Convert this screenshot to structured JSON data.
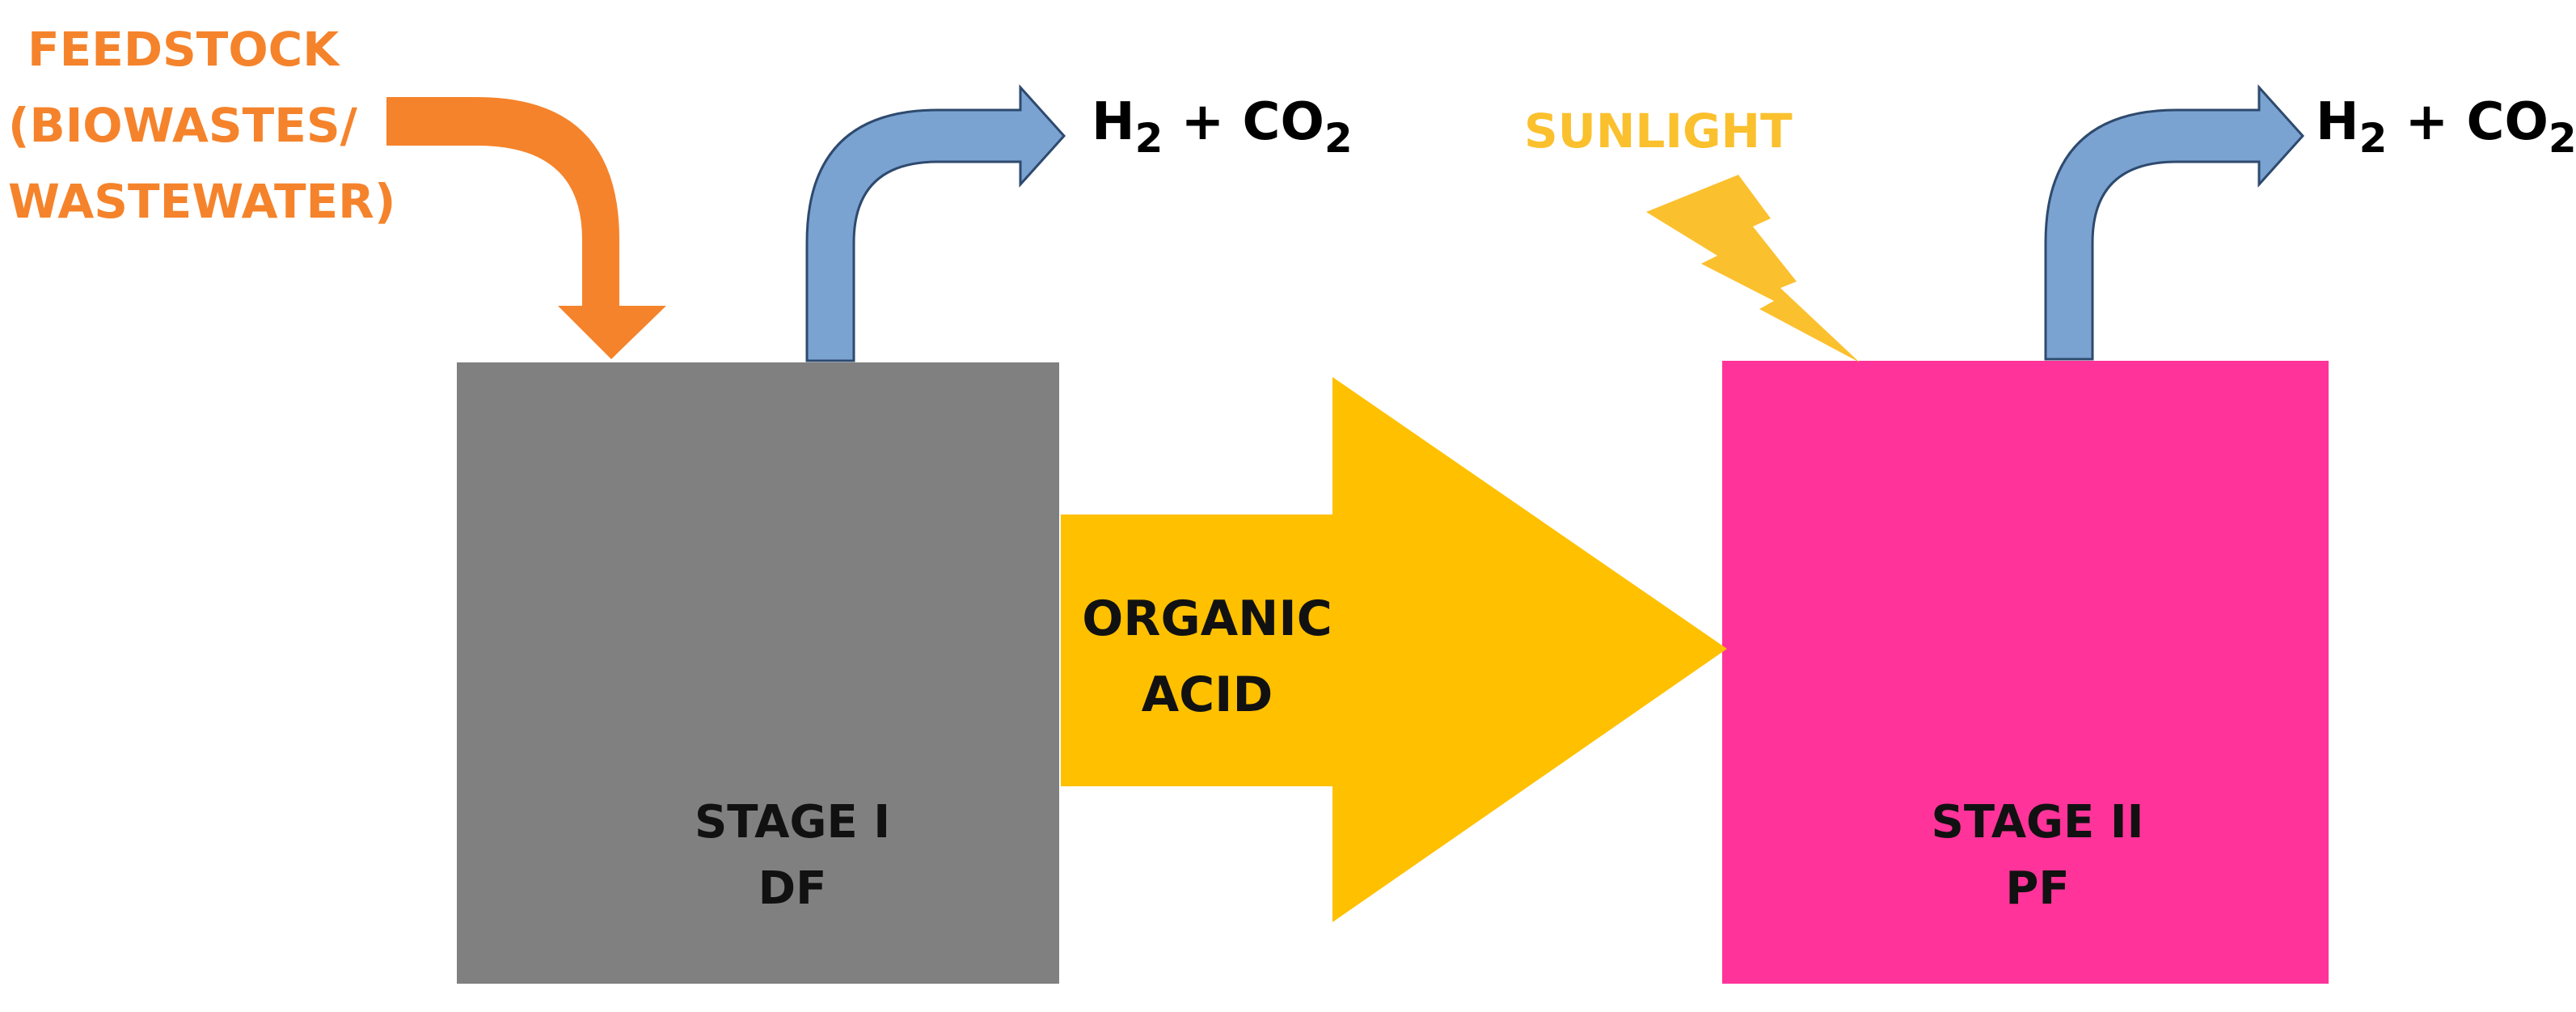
{
  "feedstock": {
    "line1": "FEEDSTOCK",
    "line2": "(BIOWASTES/",
    "line3": "WASTEWATER)"
  },
  "sunlight_label": "SUNLIGHT",
  "gas_output_1": {
    "h": "H",
    "h_sub": "2",
    "plus": " + CO",
    "co_sub": "2"
  },
  "gas_output_2": {
    "h": "H",
    "h_sub": "2",
    "plus": " + CO",
    "co_sub": "2"
  },
  "transfer": {
    "line1": "ORGANIC",
    "line2": "ACID"
  },
  "stage1": {
    "line1": "STAGE I",
    "line2": "DF"
  },
  "stage2": {
    "line1": "STAGE II",
    "line2": "PF"
  },
  "colors": {
    "stage1_fill": "#808080",
    "stage2_fill": "#ff3399",
    "transfer_arrow": "#ffc000",
    "gas_arrow": "#7ba3d1",
    "feed_arrow": "#f5832b",
    "sunlight": "#fbc02d"
  },
  "icons": {
    "feed_arrow": "bent-arrow-down-icon",
    "gas_arrow": "bent-arrow-up-right-icon",
    "sunlight": "lightning-bolt-icon",
    "transfer_arrow": "block-arrow-right-icon"
  }
}
